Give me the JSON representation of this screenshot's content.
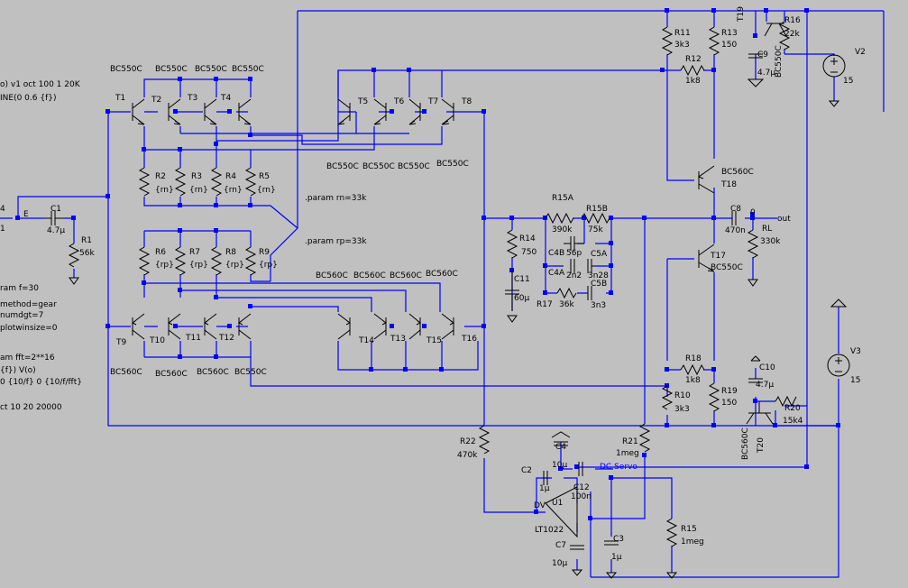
{
  "side_text": [
    "o) v1 oct 100 1 20K",
    "INE(0 0.6 {f})",
    "ram f=30",
    "method=gear",
    "numdgt=7",
    "plotwinsize=0",
    "am fft=2**16",
    "{f}) V(o)",
    "0 {10/f} 0 {10/f/fft}",
    "ct 10 20 20000"
  ],
  "params": {
    "rn": ".param rn=33k",
    "rp": ".param rp=33k"
  },
  "labels": {
    "E": "E",
    "zero": "0",
    "out": "out",
    "dv": "DV",
    "servo": "DC Servo"
  },
  "transistors": [
    {
      "ref": "T1",
      "model": "BC550C"
    },
    {
      "ref": "T2",
      "model": "BC550C"
    },
    {
      "ref": "T3",
      "model": "BC550C"
    },
    {
      "ref": "T4",
      "model": "BC550C"
    },
    {
      "ref": "T5",
      "model": "BC550C"
    },
    {
      "ref": "T6",
      "model": "BC550C"
    },
    {
      "ref": "T7",
      "model": "BC550C"
    },
    {
      "ref": "T8",
      "model": "BC550C"
    },
    {
      "ref": "T9",
      "model": "BC560C"
    },
    {
      "ref": "T10",
      "model": "BC560C"
    },
    {
      "ref": "T11",
      "model": "BC560C"
    },
    {
      "ref": "T12",
      "model": "BC550C"
    },
    {
      "ref": "T13",
      "model": "BC560C"
    },
    {
      "ref": "T14",
      "model": "BC560C"
    },
    {
      "ref": "T15",
      "model": "BC560C"
    },
    {
      "ref": "T16",
      "model": "BC560C"
    },
    {
      "ref": "T17",
      "model": "BC550C"
    },
    {
      "ref": "T18",
      "model": "BC560C"
    },
    {
      "ref": "T19",
      "model": "BC550C"
    },
    {
      "ref": "T20",
      "model": "BC560C"
    }
  ],
  "resistors": [
    {
      "ref": "R1",
      "value": "56k"
    },
    {
      "ref": "R2",
      "value": "{rn}"
    },
    {
      "ref": "R3",
      "value": "{rn}"
    },
    {
      "ref": "R4",
      "value": "{rn}"
    },
    {
      "ref": "R5",
      "value": "{rn}"
    },
    {
      "ref": "R6",
      "value": "{rp}"
    },
    {
      "ref": "R7",
      "value": "{rp}"
    },
    {
      "ref": "R8",
      "value": "{rp}"
    },
    {
      "ref": "R9",
      "value": "{rp}"
    },
    {
      "ref": "R10",
      "value": "3k3"
    },
    {
      "ref": "R11",
      "value": "3k3"
    },
    {
      "ref": "R12",
      "value": "1k8"
    },
    {
      "ref": "R13",
      "value": "150"
    },
    {
      "ref": "R14",
      "value": "750"
    },
    {
      "ref": "R15A",
      "value": "390k"
    },
    {
      "ref": "R15B",
      "value": "75k"
    },
    {
      "ref": "R15",
      "value": "1meg"
    },
    {
      "ref": "R16",
      "value": "22k"
    },
    {
      "ref": "R17",
      "value": "36k"
    },
    {
      "ref": "R18",
      "value": "1k8"
    },
    {
      "ref": "R19",
      "value": "150"
    },
    {
      "ref": "R20",
      "value": "15k4"
    },
    {
      "ref": "R21",
      "value": "1meg"
    },
    {
      "ref": "R22",
      "value": "470k"
    },
    {
      "ref": "RL",
      "value": "330k"
    }
  ],
  "capacitors": [
    {
      "ref": "C1",
      "value": "4.7µ"
    },
    {
      "ref": "C2",
      "value": "1µ"
    },
    {
      "ref": "C3",
      "value": "1µ"
    },
    {
      "ref": "C4",
      "value": "10µ"
    },
    {
      "ref": "C4A",
      "value": "2n2"
    },
    {
      "ref": "C4B",
      "value": "56p"
    },
    {
      "ref": "C5A",
      "value": "3n28"
    },
    {
      "ref": "C5B",
      "value": "3n3"
    },
    {
      "ref": "C7",
      "value": "10µ"
    },
    {
      "ref": "C8",
      "value": "470n"
    },
    {
      "ref": "C9",
      "value": "4.7µ"
    },
    {
      "ref": "C10",
      "value": "4.7µ"
    },
    {
      "ref": "C11",
      "value": "60µ"
    },
    {
      "ref": "C12",
      "value": "100n"
    }
  ],
  "sources": [
    {
      "ref": "V2",
      "value": "15"
    },
    {
      "ref": "V3",
      "value": "15"
    }
  ],
  "opamp": {
    "ref": "U1",
    "model": "LT1022"
  },
  "partial_label": "4",
  "partial_value": "1"
}
